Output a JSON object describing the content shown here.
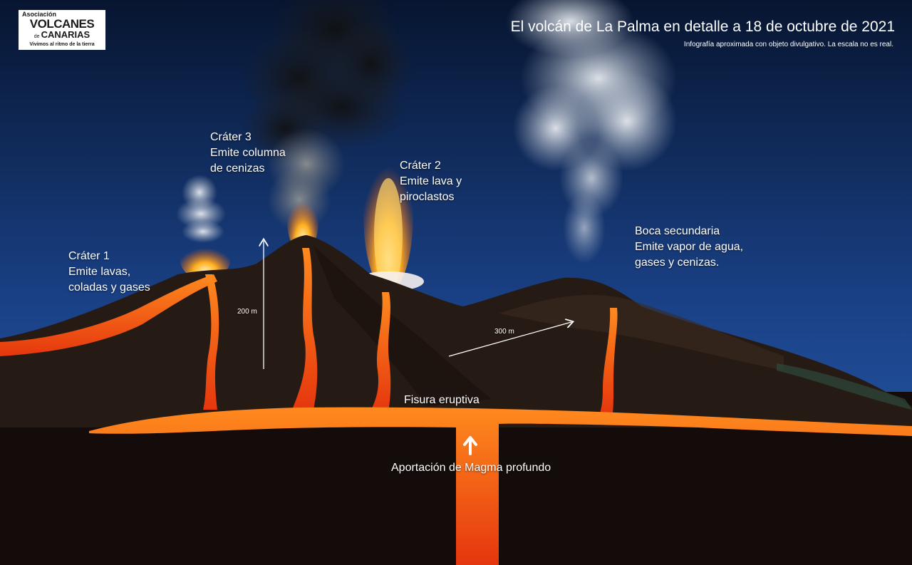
{
  "logo": {
    "line1": "Asociación",
    "line2": "VOLCANES",
    "line3_de": "de",
    "line3": "CANARIAS",
    "tagline": "Vivimos al ritmo de la tierra"
  },
  "header": {
    "title": "El volcán de La Palma en detalle a 18 de octubre de 2021",
    "subtitle": "Infografía aproximada con objeto divulgativo. La escala no es real."
  },
  "labels": {
    "crater1": "Cráter 1\nEmite lavas,\ncoladas y gases",
    "crater3": "Cráter 3\nEmite columna\nde cenizas",
    "crater2": "Cráter 2\nEmite lava y\npiroclastos",
    "boca": "Boca secundaria\nEmite vapor de agua,\ngases y cenizas.",
    "fisura": "Fisura eruptiva",
    "magma": "Aportación de Magma profundo",
    "height": "200 m",
    "distance": "300 m"
  },
  "colors": {
    "sky_top": "#061226",
    "sky_bottom": "#1f4f9a",
    "ground": "#130c0a",
    "cone": "#2a1d16",
    "lava": "#f26a12",
    "lava_hot": "#ffb13a",
    "ash_dark": "#1c1c1c",
    "steam": "#d8dde4"
  }
}
